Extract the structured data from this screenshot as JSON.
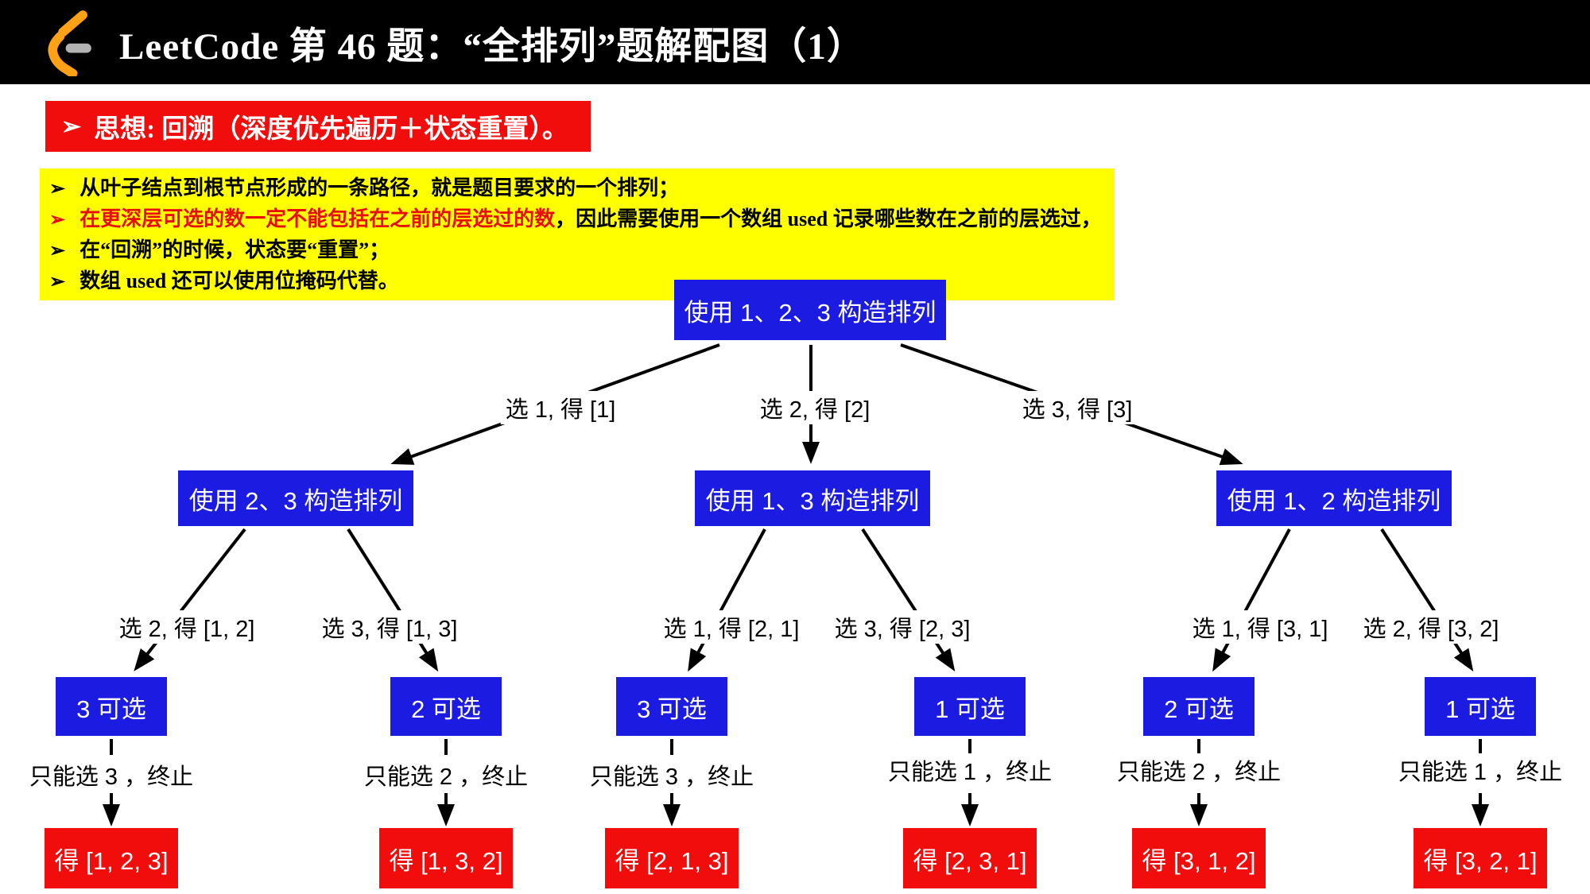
{
  "header": {
    "title": "LeetCode 第 46 题：“全排列”题解配图（1）"
  },
  "banner": {
    "marker": "➢",
    "text": "思想: 回溯（深度优先遍历＋状态重置）。"
  },
  "notes": [
    {
      "marker": "➢",
      "red": "",
      "black": "从叶子结点到根节点形成的一条路径，就是题目要求的一个排列；"
    },
    {
      "marker": "➢",
      "red": "在更深层可选的数一定不能包括在之前的层选过的数",
      "black": "，因此需要使用一个数组 used 记录哪些数在之前的层选过，"
    },
    {
      "marker": "➢",
      "red": "",
      "black": "在“回溯”的时候，状态要“重置”；"
    },
    {
      "marker": "➢",
      "red": "",
      "black": "数组 used 还可以使用位掩码代替。"
    }
  ],
  "tree": {
    "root": "使用 1、2、3 构造排列",
    "edges_level1": [
      "选 1, 得 [1]",
      "选 2, 得 [2]",
      "选 3, 得 [3]"
    ],
    "level2": [
      "使用 2、3 构造排列",
      "使用 1、3 构造排列",
      "使用 1、2 构造排列"
    ],
    "edges_level2": [
      "选 2, 得 [1, 2]",
      "选 3, 得 [1, 3]",
      "选 1, 得 [2, 1]",
      "选 3, 得 [2, 3]",
      "选 1, 得 [3, 1]",
      "选 2, 得 [3, 2]"
    ],
    "level3": [
      "3 可选",
      "2 可选",
      "3 可选",
      "1 可选",
      "2 可选",
      "1 可选"
    ],
    "terminals": [
      "只能选 3 ，终止",
      "只能选 2 ，终止",
      "只能选 3 ，终止",
      "只能选 1 ，终止",
      "只能选 2 ，终止",
      "只能选 1 ，终止"
    ],
    "leaves": [
      "得 [1, 2, 3]",
      "得 [1, 3, 2]",
      "得 [2, 1, 3]",
      "得 [2, 3, 1]",
      "得 [3, 1, 2]",
      "得 [3, 2, 1]"
    ]
  },
  "colors": {
    "node_blue": "#1b1be2",
    "accent_red": "#f20d0d",
    "note_yellow": "#ffff00",
    "logo_orange": "#ffa116",
    "logo_gray": "#b3b3b3"
  }
}
